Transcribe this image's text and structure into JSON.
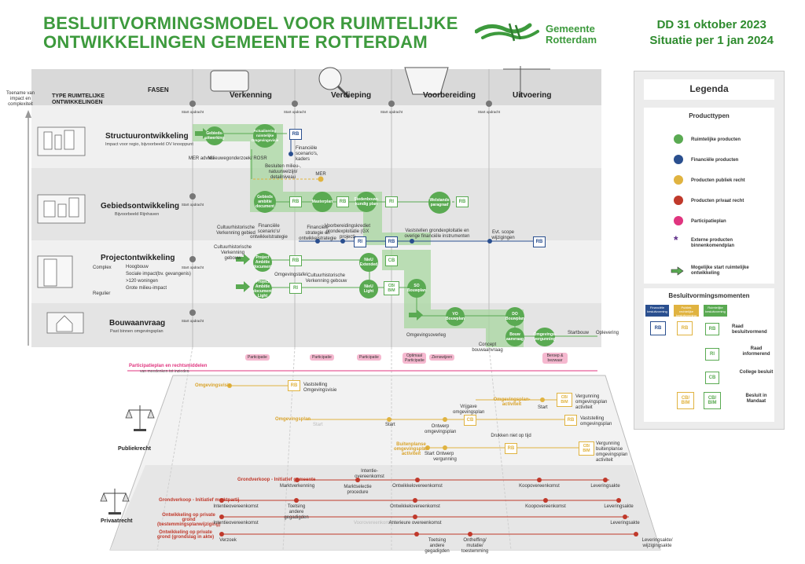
{
  "header": {
    "title_line1": "BESLUITVORMINGSMODEL VOOR RUIMTELIJKE",
    "title_line2": "ONTWIKKELINGEN GEMEENTE ROTTERDAM",
    "logo_line1": "Gemeente",
    "logo_line2": "Rotterdam",
    "date_line1": "DD 31 oktober 2023",
    "date_line2": "Situatie per 1 jan 2024"
  },
  "axis": {
    "toename": "Toename van impact en complexiteit",
    "type": "TYPE RUIMTELIJKE ONTWIKKELINGEN",
    "fasen": "FASEN"
  },
  "phases": [
    "Verkenning",
    "Verdieping",
    "Voorbereiding",
    "Uitvoering"
  ],
  "start_opdracht": "Start opdracht",
  "rows": [
    {
      "title": "Structuurontwikkeling",
      "sub": "Impact voor regio, bijvoorbeeld OV knooppunt"
    },
    {
      "title": "Gebiedsontwikkeling",
      "sub": "Bijvoorbeeld Rijnhaven"
    },
    {
      "title": "Projectontwikkeling",
      "sub": ""
    },
    {
      "title": "Bouwaanvraag",
      "sub": "Past binnen omgevingsplan"
    }
  ],
  "project_labels": {
    "complex": "Complex",
    "regulier": "Regulier",
    "items": [
      "Hoogbouw",
      "Sociale impact(bv. gevangenis)",
      ">120 woningen",
      "Grote milieu-impact"
    ]
  },
  "nodes": {
    "gebiedsuitwerking": "Gebieds-uitwerking",
    "actualisering": "Actualisering ruimtelijke Omgevingsvisie",
    "gebieds_ambitie": "Gebieds ambitie document",
    "masterplan": "Masterplan",
    "stedenbouw": "Stedenbouw-kundig plan",
    "welstand": "Welstands paragraaf",
    "project_ambitie": "Project Ambitie document",
    "project_ambitie_light": "Project Ambitie document Light",
    "nieu_extended": "NieU Extended",
    "nieu_light": "NieU Light",
    "so": "SO Bouwplan",
    "vo": "VO Bouwplan",
    "do": "DO Bouwplan",
    "bouwaanvraag": "Bouw aanvraag",
    "omgevingsvergunning": "Omgevings-vergunning",
    "startbouw": "Startbouw",
    "oplevering": "Oplevering"
  },
  "box_labels": {
    "rb": "RB",
    "ri": "RI",
    "cb": "CB",
    "cbbim": "CB/ BIM"
  },
  "small_labels": {
    "mer_advies": "MER advies",
    "milieu": "Milieuwegonderzoek/ ROSR",
    "financiele_scenarios": "Financiële scenario's, kaders",
    "besluiten_milieu": "Besluiten milieu-, natuurwelzijn/ detailniveau",
    "mer": "MER",
    "cultuurhist_gebied": "Cultuurhistorische Verkenning gebied",
    "fin_scenarios2": "Financiële scenario's/ ontwikkelstrategie",
    "fin_strategie": "Financiële strategie en ontwikkelstrategie",
    "voorbereiding": "Voorbereidingskrediet grondexploitatie (GX project)",
    "vaststellen": "Vaststellen grondexploitatie en overige financiële instrumenten",
    "evt_scope": "Evt. scope wijzigingen",
    "cultuurhist_gebouw": "Cultuurhistorische Verkenning gebouw",
    "omgevingstafel": "Omgevingstafel",
    "omgevingsoverleg": "Omgevingsoverleg",
    "concept": "Concept bouwaanvraag"
  },
  "pink_tags": [
    "Participatie",
    "Participatie",
    "Participatie",
    "Optimaal Participatie",
    "Zienswijzen",
    "Beroep & bezwaar"
  ],
  "participatie_header": "Participatieplan en rechtsmiddelen",
  "participatie_sub": "van meedenken tot inzieden",
  "publiek": {
    "label": "Publiekrecht",
    "omgevingsvisie": "Omgevingsvisie",
    "vaststelling_visie": "Vaststelling Omgevingsvisie",
    "omgevingsplan": "Omgevingsplan",
    "start": "Start",
    "start2": "Start",
    "ontwerp_plan": "Ontwerp omgevingsplan",
    "vaststelling_plan": "Vaststelling omgevingsplan",
    "activiteit": "Omgevingsplan-activiteit",
    "vergunning_act": "Vergunning omgevingsplan activiteit",
    "vrijgave": "Vrijgave omgevingsplan",
    "buitenplanse": "Buitenplanse omgevingsplan activiteit",
    "start3": "Start",
    "ontwerp_vergunning": "Ontwerp vergunning",
    "vergunning_buiten": "Vergunning buitenplanse omgevingsplan activiteit",
    "drukken": "Drukken niet op tijd"
  },
  "privaat": {
    "label": "Privaatrecht",
    "gv_gemeente": "Grondverkoop - Initiatief gemeente",
    "gv_markt": "Grondverkoop - Initiatief marktpartij",
    "ow_bestemming": "Ontwikkeling op private grond (bestemmingsplanwijziging)",
    "ow_grond": "Ontwikkeling op private grond (grondslag in akte)",
    "marktverkenning": "Marktverkenning",
    "marktselectie": "Marktselectie procedure",
    "intentie": "Intentie-overeenkomst",
    "ontwikkel": "Ontwikkelovereenkomst",
    "koop": "Koopovereenkomst",
    "levering": "Leveringsakte",
    "intentie2": "Intentieovereenkomst",
    "toetsing": "Toetsing andere gegadigden",
    "intentie3": "Intentieovereenkomst",
    "anterieure": "Anterieure overeenkomst",
    "voorovereenkomst": "Voorovereenkomst",
    "verzoek": "Verzoek",
    "toetsing2": "Toetsing andere gegadigden",
    "ontheffing": "Ontheffing/ mutatie/ toestemming",
    "leveringsakte2": "Leveringsakte/ wijzigingsakte",
    "ontwikkel2": "Ontwikkelovereenkomst",
    "koop2": "Koopovereenkomst",
    "levering2": "Leveringsakte"
  },
  "legend": {
    "title": "Legenda",
    "producttypen": "Producttypen",
    "items": [
      "Ruimtelijke producten",
      "Financiële producten",
      "Producten publiek recht",
      "Producten privaat recht",
      "Participatieplan",
      "Externe producten binnenkomendplan"
    ],
    "mogelijke": "Mogelijke start ruimtelijke ontwikkeling",
    "besluit_title": "Besluitvormingsmomenten",
    "chips": [
      "Financiële besluitvorming",
      "Publiek rechtelijke besluitvorming",
      "Ruimtelijke besluitvorming"
    ],
    "rb_label": "Raad besluitvormend",
    "ri_label": "Raad informerend",
    "cb_label": "College besluit",
    "bim_label": "Besluit in Mandaat",
    "box_rb": "RB",
    "box_ri": "RI",
    "box_cb": "CB",
    "box_cbbim": "CB/ BIM"
  },
  "colors": {
    "green": "#5aaa52",
    "blue": "#2a4f8f",
    "yellow": "#e0b340",
    "red": "#c0392b",
    "pink": "#e0357f",
    "purple": "#5b2a86"
  }
}
